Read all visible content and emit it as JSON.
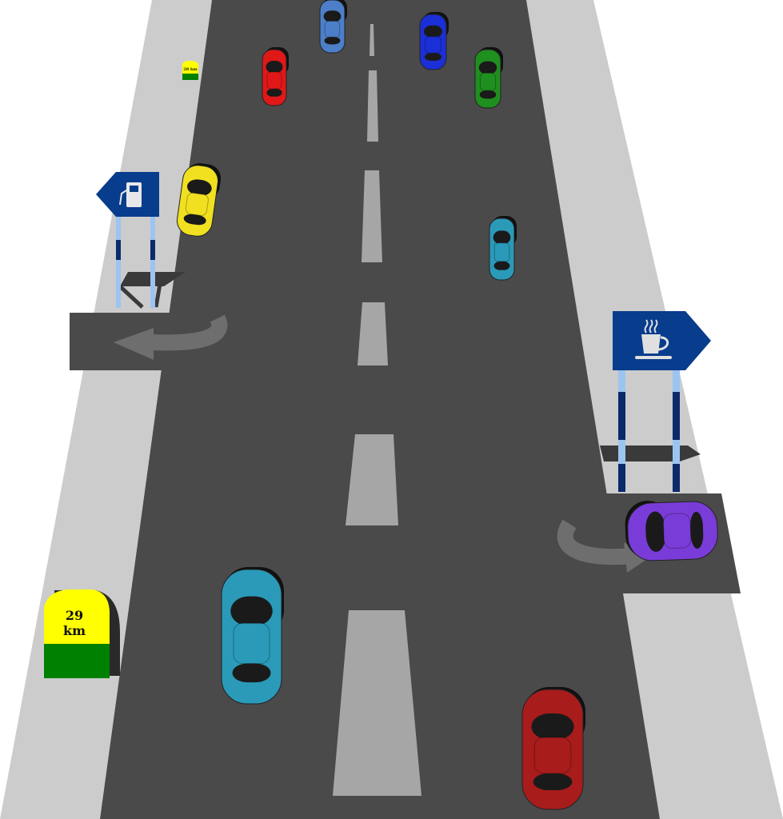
{
  "scene": {
    "milestone_large": {
      "number": "29",
      "unit": "km"
    },
    "milestone_small": {
      "text": "28 km"
    },
    "signs": [
      {
        "icon": "fuel-pump-icon",
        "direction": "left"
      },
      {
        "icon": "coffee-cup-icon",
        "direction": "right"
      }
    ]
  },
  "colors": {
    "road": "#4a4a4a",
    "sidewalk": "#cccccc",
    "lane_marking": "#a6a6a6",
    "sign_blue": "#083c8c",
    "milestone_yellow": "#ffff00",
    "milestone_green": "#008000",
    "car_blue_light": "#4d7fc9",
    "car_red": "#e01818",
    "car_blue": "#1a2fd6",
    "car_green": "#1f8f1f",
    "car_yellow": "#f0e020",
    "car_teal": "#2a9ab8",
    "car_purple": "#7a3cd8",
    "car_dark_red": "#a81c1c"
  }
}
